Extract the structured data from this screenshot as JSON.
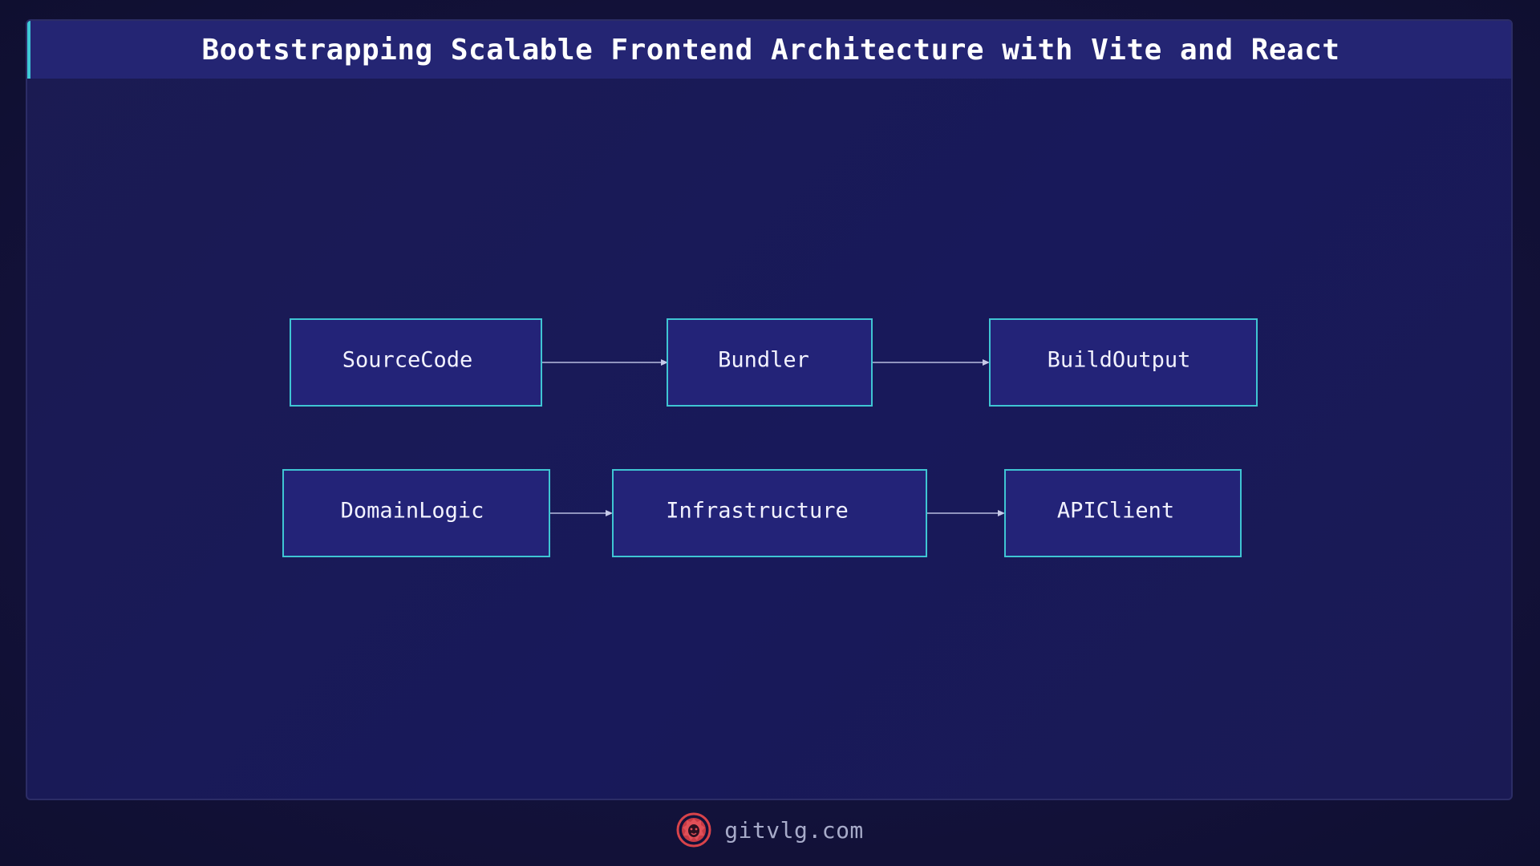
{
  "header": {
    "title": "Bootstrapping Scalable Frontend Architecture with Vite and React"
  },
  "diagram": {
    "nodes": [
      {
        "id": "sourcecode",
        "label": "SourceCode"
      },
      {
        "id": "bundler",
        "label": "Bundler"
      },
      {
        "id": "buildoutput",
        "label": "BuildOutput"
      },
      {
        "id": "domainlogic",
        "label": "DomainLogic"
      },
      {
        "id": "infrastructure",
        "label": "Infrastructure"
      },
      {
        "id": "apiclient",
        "label": "APIClient"
      }
    ],
    "edges": [
      {
        "from": "sourcecode",
        "to": "bundler"
      },
      {
        "from": "bundler",
        "to": "buildoutput"
      },
      {
        "from": "domainlogic",
        "to": "infrastructure"
      },
      {
        "from": "infrastructure",
        "to": "apiclient"
      }
    ]
  },
  "footer": {
    "logo_icon": "lion-head-icon",
    "site": "gitvlg.com"
  },
  "colors": {
    "background": "#14143f",
    "title_bar": "#242573",
    "accent": "#3ec9d6",
    "node_fill": "#232378",
    "node_border": "#3fc5d3",
    "logo": "#d8434a"
  }
}
